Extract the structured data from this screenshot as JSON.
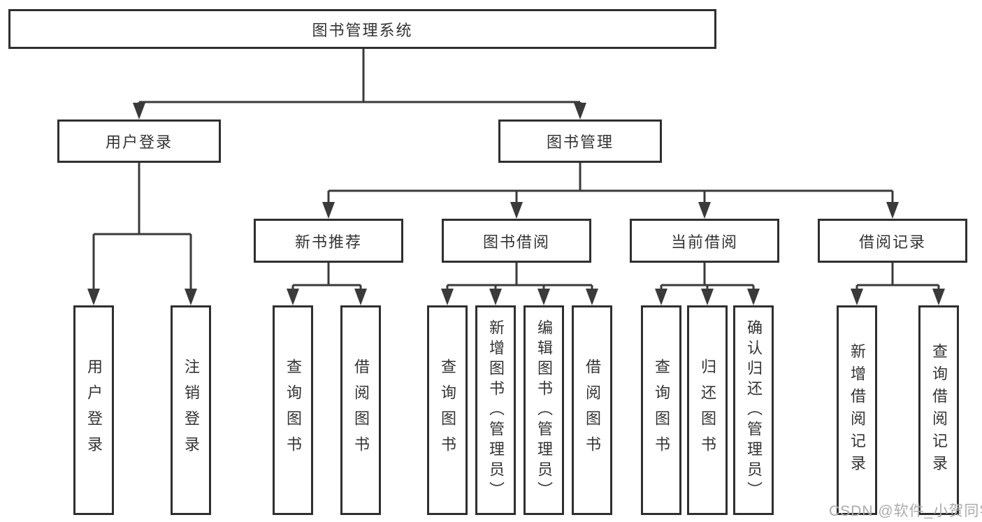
{
  "diagram": {
    "root": {
      "label": "图书管理系统",
      "children": [
        {
          "label": "用户登录",
          "children": [
            {
              "label": "用户登录"
            },
            {
              "label": "注销登录"
            }
          ]
        },
        {
          "label": "图书管理",
          "children": [
            {
              "label": "新书推荐",
              "children": [
                {
                  "label": "查询图书"
                },
                {
                  "label": "借阅图书"
                }
              ]
            },
            {
              "label": "图书借阅",
              "children": [
                {
                  "label": "查询图书"
                },
                {
                  "label": "新增图书（管理员）"
                },
                {
                  "label": "编辑图书（管理员）"
                },
                {
                  "label": "借阅图书"
                }
              ]
            },
            {
              "label": "当前借阅",
              "children": [
                {
                  "label": "查询图书"
                },
                {
                  "label": "归还图书"
                },
                {
                  "label": "确认归还（管理员）"
                }
              ]
            },
            {
              "label": "借阅记录",
              "children": [
                {
                  "label": "新增借阅记录"
                },
                {
                  "label": "查询借阅记录"
                }
              ]
            }
          ]
        }
      ]
    }
  },
  "watermark": {
    "text": "CSDN @软件_小贺同学"
  },
  "colors": {
    "line": "#3a3a3a",
    "border": "#2f2f2f",
    "text": "#333333",
    "bg": "#ffffff",
    "wm": "#ababab"
  }
}
